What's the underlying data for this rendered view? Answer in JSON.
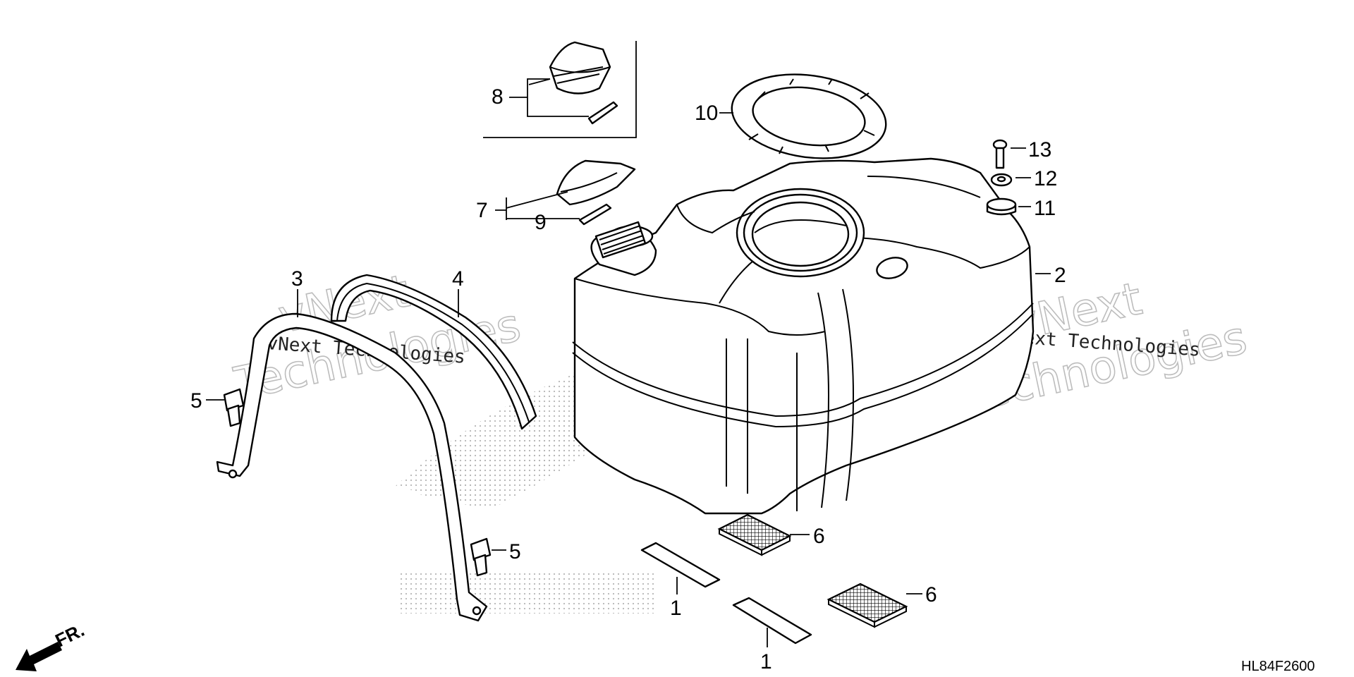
{
  "diagram": {
    "code": "HL84F2600",
    "direction_label": "FR.",
    "watermark": {
      "line_small": "vNext Technologies",
      "big_line_1": "vNext",
      "big_line_2": "Technologies"
    },
    "callouts": [
      {
        "id": "1a",
        "label": "1"
      },
      {
        "id": "1b",
        "label": "1"
      },
      {
        "id": "2",
        "label": "2"
      },
      {
        "id": "3",
        "label": "3"
      },
      {
        "id": "4",
        "label": "4"
      },
      {
        "id": "5a",
        "label": "5"
      },
      {
        "id": "5b",
        "label": "5"
      },
      {
        "id": "6a",
        "label": "6"
      },
      {
        "id": "6b",
        "label": "6"
      },
      {
        "id": "7",
        "label": "7"
      },
      {
        "id": "8",
        "label": "8"
      },
      {
        "id": "9",
        "label": "9"
      },
      {
        "id": "10",
        "label": "10"
      },
      {
        "id": "11",
        "label": "11"
      },
      {
        "id": "12",
        "label": "12"
      },
      {
        "id": "13",
        "label": "13"
      }
    ]
  }
}
